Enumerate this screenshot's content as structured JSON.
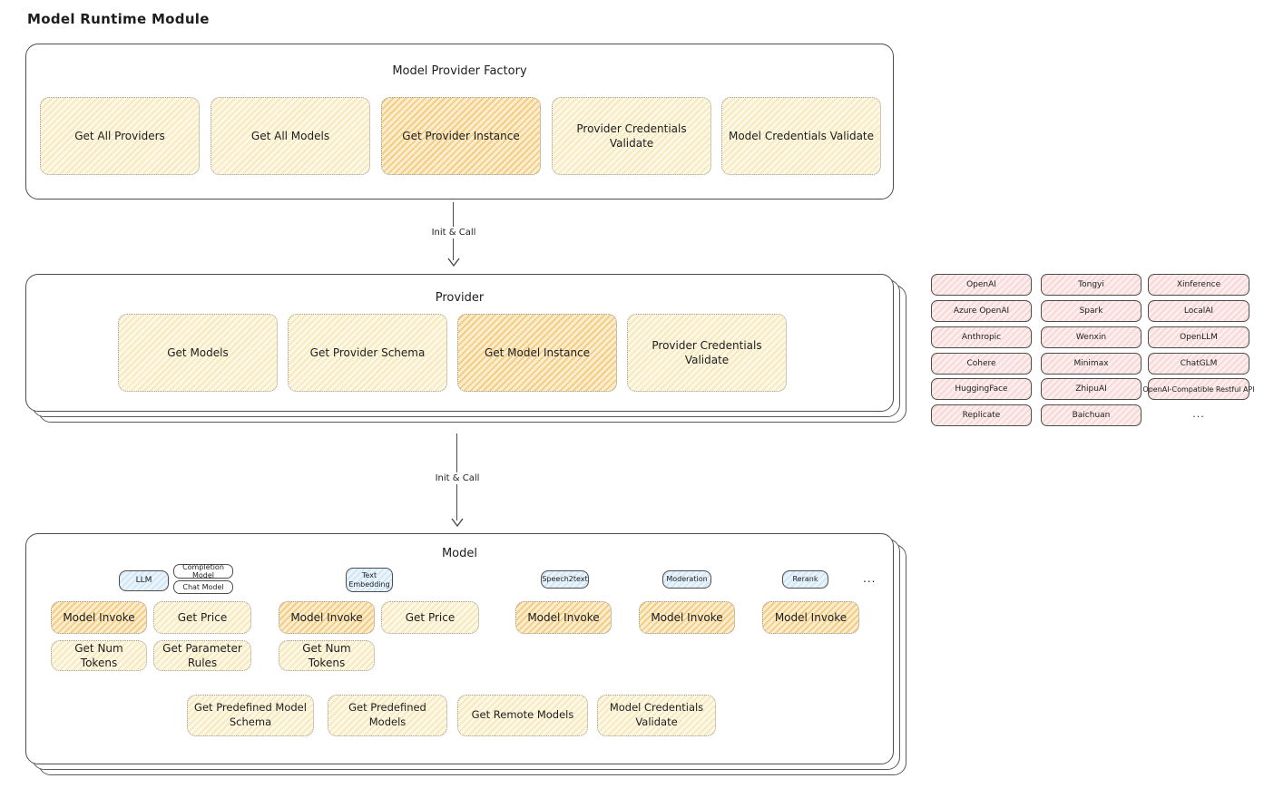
{
  "title": "Model Runtime Module",
  "factory": {
    "title": "Model Provider Factory",
    "methods": [
      {
        "label": "Get All Providers",
        "highlighted": false
      },
      {
        "label": "Get All Models",
        "highlighted": false
      },
      {
        "label": "Get Provider Instance",
        "highlighted": true
      },
      {
        "label": "Provider Credentials Validate",
        "highlighted": false
      },
      {
        "label": "Model Credentials Validate",
        "highlighted": false
      }
    ]
  },
  "arrow1": {
    "label": "Init & Call"
  },
  "arrow2": {
    "label": "Init & Call"
  },
  "provider": {
    "title": "Provider",
    "methods": [
      {
        "label": "Get Models",
        "highlighted": false
      },
      {
        "label": "Get Provider Schema",
        "highlighted": false
      },
      {
        "label": "Get Model Instance",
        "highlighted": true
      },
      {
        "label": "Provider Credentials Validate",
        "highlighted": false
      }
    ]
  },
  "provider_list": {
    "col1": [
      "OpenAI",
      "Azure OpenAI",
      "Anthropic",
      "Cohere",
      "HuggingFace",
      "Replicate"
    ],
    "col2": [
      "Tongyi",
      "Spark",
      "Wenxin",
      "Minimax",
      "ZhipuAI",
      "Baichuan"
    ],
    "col3": [
      "Xinference",
      "LocalAI",
      "OpenLLM",
      "ChatGLM",
      "OpenAI-Compatible Restful API"
    ],
    "more": "..."
  },
  "model": {
    "title": "Model",
    "tabs": {
      "llm": "LLM",
      "completion": "Completion Model",
      "chat": "Chat Model",
      "text_embedding": "Text Embedding",
      "speech2text": "Speech2text",
      "moderation": "Moderation",
      "rerank": "Rerank",
      "more": "..."
    },
    "methods": {
      "llm_invoke": "Model Invoke",
      "llm_get_price": "Get Price",
      "llm_get_num_tokens": "Get Num Tokens",
      "llm_get_parameter_rules": "Get Parameter Rules",
      "te_invoke": "Model Invoke",
      "te_get_price": "Get Price",
      "te_get_num_tokens": "Get Num Tokens",
      "s2t_invoke": "Model Invoke",
      "mod_invoke": "Model Invoke",
      "rerank_invoke": "Model Invoke"
    },
    "shared": [
      "Get Predefined Model Schema",
      "Get Predefined Models",
      "Get Remote Models",
      "Model Credentials Validate"
    ]
  },
  "colors": {
    "method_fill": "#fdf8e6",
    "method_hatch": "#f7e9bd",
    "highlight_fill": "#fbedcd",
    "highlight_hatch": "#f4cd85",
    "provider_fill": "#fdeeee",
    "provider_hatch": "#f8d7d7",
    "tab_fill": "#eaf4fd",
    "tab_hatch": "#d2e6f6",
    "stroke": "#4d4d4d"
  }
}
